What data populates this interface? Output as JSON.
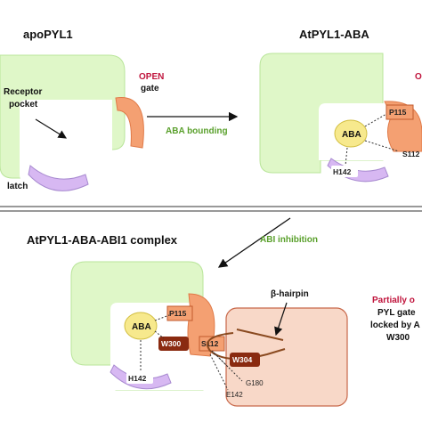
{
  "panel1": {
    "title": "apoPYL1",
    "receptor_line1": "Receptor",
    "receptor_line2": "pocket",
    "open_label": "OPEN",
    "gate_label": "gate",
    "latch_label": "latch"
  },
  "transition1": {
    "label": "ABA bounding"
  },
  "panel2": {
    "title": "AtPYL1-ABA",
    "open_label": "O",
    "aba": "ABA",
    "p115": "P115",
    "s112": "S112",
    "h142": "H142"
  },
  "transition2": {
    "label": "ABI inhibition"
  },
  "panel3": {
    "title": "AtPYL1-ABA-ABI1 complex",
    "aba": "ABA",
    "p115": "P115",
    "s112": "S112",
    "h142": "H142",
    "w300": "W300",
    "w304": "W304",
    "g180": "G180",
    "e142": "E142",
    "hairpin": "β-hairpin",
    "side_line1": "Partially o",
    "side_line2": "PYL gate",
    "side_line3": "locked by A",
    "side_line4": "W300"
  },
  "colors": {
    "receptor": "#dff7c8",
    "receptor_border": "#b9e59a",
    "gate": "#f4a072",
    "latch": "#d7b8f2",
    "aba": "#f7e98d",
    "abi1": "#f8d8c8",
    "abi1_border": "#c8684a",
    "trp": "#8a2a10",
    "open_red": "#c0143c",
    "label_green": "#5aa02c"
  }
}
